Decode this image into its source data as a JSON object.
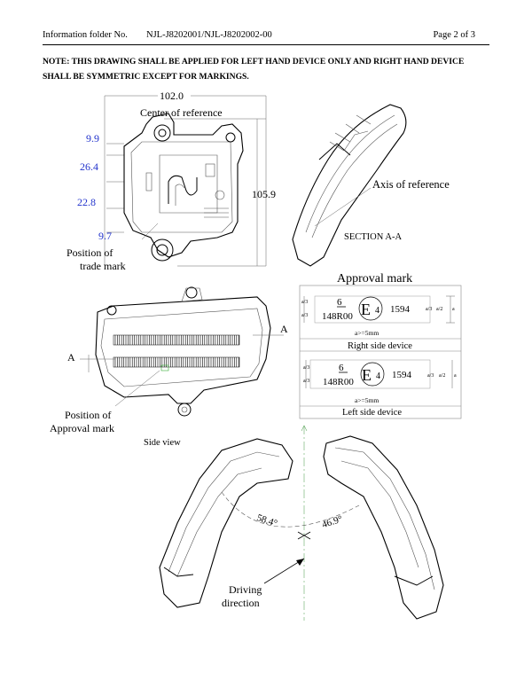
{
  "header": {
    "folder_label": "Information folder No.",
    "folder_number": "NJL-J8202001/NJL-J8202002-00",
    "page": "Page  2  of  3"
  },
  "note": "NOTE: THIS DRAWING SHALL BE APPLIED FOR LEFT HAND DEVICE ONLY AND RIGHT HAND DEVICE SHALL BE SYMMETRIC EXCEPT FOR MARKINGS.",
  "top_view": {
    "width_dim": "102.0",
    "center_of_reference": "Center of reference",
    "dim_9_9": "9.9",
    "dim_26_4": "26.4",
    "dim_22_8": "22.8",
    "dim_9_7": "9.7",
    "height_dim": "105.9",
    "trade_mark_label_1": "Position of",
    "trade_mark_label_2": "trade mark"
  },
  "section": {
    "axis_of_reference": "Axis of reference",
    "title": "SECTION A-A"
  },
  "approval": {
    "title": "Approval mark",
    "right": {
      "six": "6",
      "code": "148R00",
      "e": "E",
      "e_num": "4",
      "number": "1594",
      "a3": "a/3",
      "a2": "a/2",
      "a": "a",
      "min": "a>=5mm",
      "caption": "Right side device"
    },
    "left": {
      "six": "6",
      "code": "148R00",
      "e": "E",
      "e_num": "4",
      "number": "1594",
      "a3": "a/3",
      "a2": "a/2",
      "a": "a",
      "min": "a>=5mm",
      "caption": "Left side device"
    }
  },
  "side_view": {
    "section_mark_a": "A",
    "approval_label_1": "Position of",
    "approval_label_2": "Approval mark",
    "caption": "Side view"
  },
  "bottom_view": {
    "angle_left": "58.4°",
    "angle_right": "46.9°",
    "driving_1": "Driving",
    "driving_2": "direction"
  }
}
